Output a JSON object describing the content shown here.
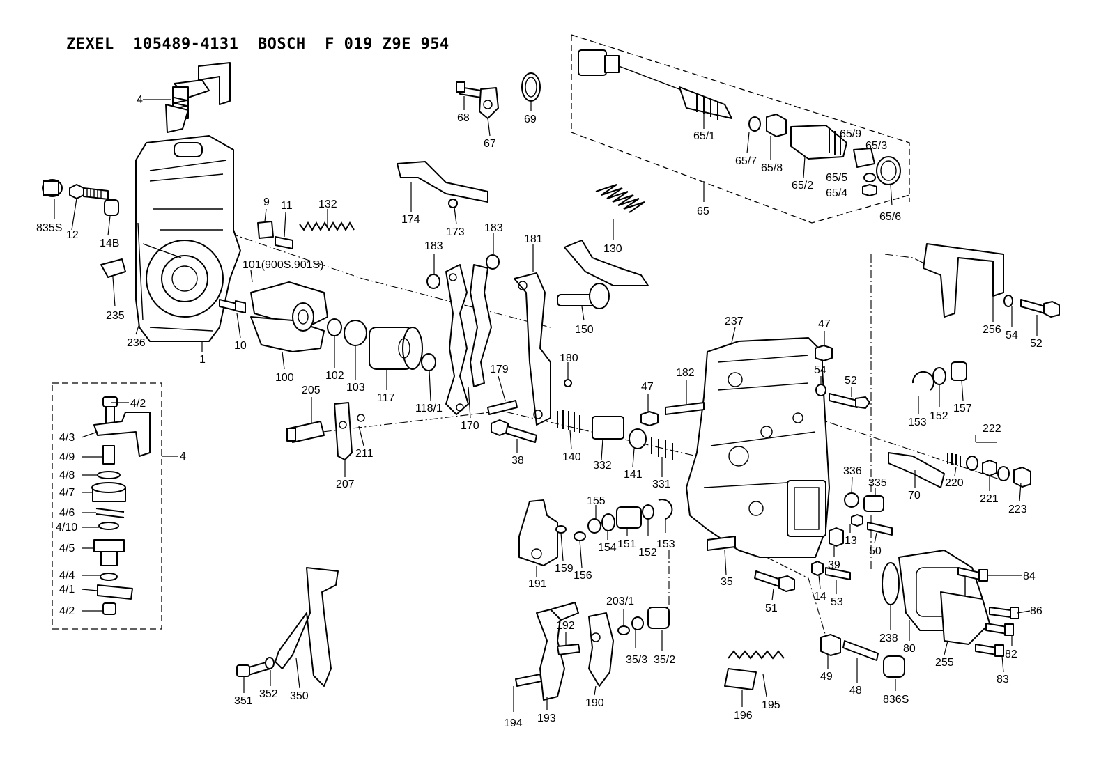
{
  "diagram": {
    "title": "ZEXEL  105489-4131  BOSCH  F 019 Z9E 954",
    "labels": [
      {
        "id": "l-4-top",
        "text": "4"
      },
      {
        "id": "l-835S",
        "text": "835S"
      },
      {
        "id": "l-12",
        "text": "12"
      },
      {
        "id": "l-14B",
        "text": "14B"
      },
      {
        "id": "l-235",
        "text": "235"
      },
      {
        "id": "l-236",
        "text": "236"
      },
      {
        "id": "l-1",
        "text": "1"
      },
      {
        "id": "l-10",
        "text": "10"
      },
      {
        "id": "l-9",
        "text": "9"
      },
      {
        "id": "l-11",
        "text": "11"
      },
      {
        "id": "l-132",
        "text": "132"
      },
      {
        "id": "l-101",
        "text": "101(900S.901S)"
      },
      {
        "id": "l-100",
        "text": "100"
      },
      {
        "id": "l-102",
        "text": "102"
      },
      {
        "id": "l-103",
        "text": "103"
      },
      {
        "id": "l-117",
        "text": "117"
      },
      {
        "id": "l-118-1",
        "text": "118/1"
      },
      {
        "id": "l-68",
        "text": "68"
      },
      {
        "id": "l-67",
        "text": "67"
      },
      {
        "id": "l-69",
        "text": "69"
      },
      {
        "id": "l-174",
        "text": "174"
      },
      {
        "id": "l-173",
        "text": "173"
      },
      {
        "id": "l-183a",
        "text": "183"
      },
      {
        "id": "l-183b",
        "text": "183"
      },
      {
        "id": "l-181",
        "text": "181"
      },
      {
        "id": "l-130",
        "text": "130"
      },
      {
        "id": "l-150",
        "text": "150"
      },
      {
        "id": "l-170",
        "text": "170"
      },
      {
        "id": "l-179",
        "text": "179"
      },
      {
        "id": "l-180",
        "text": "180"
      },
      {
        "id": "l-205",
        "text": "205"
      },
      {
        "id": "l-211",
        "text": "211"
      },
      {
        "id": "l-207",
        "text": "207"
      },
      {
        "id": "l-38",
        "text": "38"
      },
      {
        "id": "l-140",
        "text": "140"
      },
      {
        "id": "l-332",
        "text": "332"
      },
      {
        "id": "l-141",
        "text": "141"
      },
      {
        "id": "l-331",
        "text": "331"
      },
      {
        "id": "l-65-1",
        "text": "65/1"
      },
      {
        "id": "l-65-7",
        "text": "65/7"
      },
      {
        "id": "l-65-8",
        "text": "65/8"
      },
      {
        "id": "l-65-2",
        "text": "65/2"
      },
      {
        "id": "l-65-9",
        "text": "65/9"
      },
      {
        "id": "l-65-3",
        "text": "65/3"
      },
      {
        "id": "l-65-5",
        "text": "65/5"
      },
      {
        "id": "l-65-4",
        "text": "65/4"
      },
      {
        "id": "l-65-6",
        "text": "65/6"
      },
      {
        "id": "l-65",
        "text": "65"
      },
      {
        "id": "l-256",
        "text": "256"
      },
      {
        "id": "l-54a",
        "text": "54"
      },
      {
        "id": "l-52a",
        "text": "52"
      },
      {
        "id": "l-237",
        "text": "237"
      },
      {
        "id": "l-47a",
        "text": "47"
      },
      {
        "id": "l-54b",
        "text": "54"
      },
      {
        "id": "l-52b",
        "text": "52"
      },
      {
        "id": "l-153a",
        "text": "153"
      },
      {
        "id": "l-152a",
        "text": "152"
      },
      {
        "id": "l-157",
        "text": "157"
      },
      {
        "id": "l-182",
        "text": "182"
      },
      {
        "id": "l-47b",
        "text": "47"
      },
      {
        "id": "l-222",
        "text": "222"
      },
      {
        "id": "l-70",
        "text": "70"
      },
      {
        "id": "l-220",
        "text": "220"
      },
      {
        "id": "l-221",
        "text": "221"
      },
      {
        "id": "l-223",
        "text": "223"
      },
      {
        "id": "l-336",
        "text": "336"
      },
      {
        "id": "l-335",
        "text": "335"
      },
      {
        "id": "l-13",
        "text": "13"
      },
      {
        "id": "l-50",
        "text": "50"
      },
      {
        "id": "l-39",
        "text": "39"
      },
      {
        "id": "l-155",
        "text": "155"
      },
      {
        "id": "l-159",
        "text": "159"
      },
      {
        "id": "l-156",
        "text": "156"
      },
      {
        "id": "l-154",
        "text": "154"
      },
      {
        "id": "l-151",
        "text": "151"
      },
      {
        "id": "l-152b",
        "text": "152"
      },
      {
        "id": "l-153b",
        "text": "153"
      },
      {
        "id": "l-191",
        "text": "191"
      },
      {
        "id": "l-35",
        "text": "35"
      },
      {
        "id": "l-51",
        "text": "51"
      },
      {
        "id": "l-14",
        "text": "14"
      },
      {
        "id": "l-53",
        "text": "53"
      },
      {
        "id": "l-84",
        "text": "84"
      },
      {
        "id": "l-86",
        "text": "86"
      },
      {
        "id": "l-238",
        "text": "238"
      },
      {
        "id": "l-80",
        "text": "80"
      },
      {
        "id": "l-255",
        "text": "255"
      },
      {
        "id": "l-82",
        "text": "82"
      },
      {
        "id": "l-83",
        "text": "83"
      },
      {
        "id": "l-4-2a",
        "text": "4/2"
      },
      {
        "id": "l-4-3",
        "text": "4/3"
      },
      {
        "id": "l-4-9",
        "text": "4/9"
      },
      {
        "id": "l-4-8",
        "text": "4/8"
      },
      {
        "id": "l-4-7",
        "text": "4/7"
      },
      {
        "id": "l-4-6",
        "text": "4/6"
      },
      {
        "id": "l-4-10",
        "text": "4/10"
      },
      {
        "id": "l-4-5",
        "text": "4/5"
      },
      {
        "id": "l-4-4",
        "text": "4/4"
      },
      {
        "id": "l-4-1",
        "text": "4/1"
      },
      {
        "id": "l-4-2b",
        "text": "4/2"
      },
      {
        "id": "l-4-box",
        "text": "4"
      },
      {
        "id": "l-192",
        "text": "192"
      },
      {
        "id": "l-203-1",
        "text": "203/1"
      },
      {
        "id": "l-35-3",
        "text": "35/3"
      },
      {
        "id": "l-35-2",
        "text": "35/2"
      },
      {
        "id": "l-194",
        "text": "194"
      },
      {
        "id": "l-193",
        "text": "193"
      },
      {
        "id": "l-190",
        "text": "190"
      },
      {
        "id": "l-195",
        "text": "195"
      },
      {
        "id": "l-196",
        "text": "196"
      },
      {
        "id": "l-49",
        "text": "49"
      },
      {
        "id": "l-48",
        "text": "48"
      },
      {
        "id": "l-836S",
        "text": "836S"
      },
      {
        "id": "l-351",
        "text": "351"
      },
      {
        "id": "l-352",
        "text": "352"
      },
      {
        "id": "l-350",
        "text": "350"
      }
    ]
  }
}
